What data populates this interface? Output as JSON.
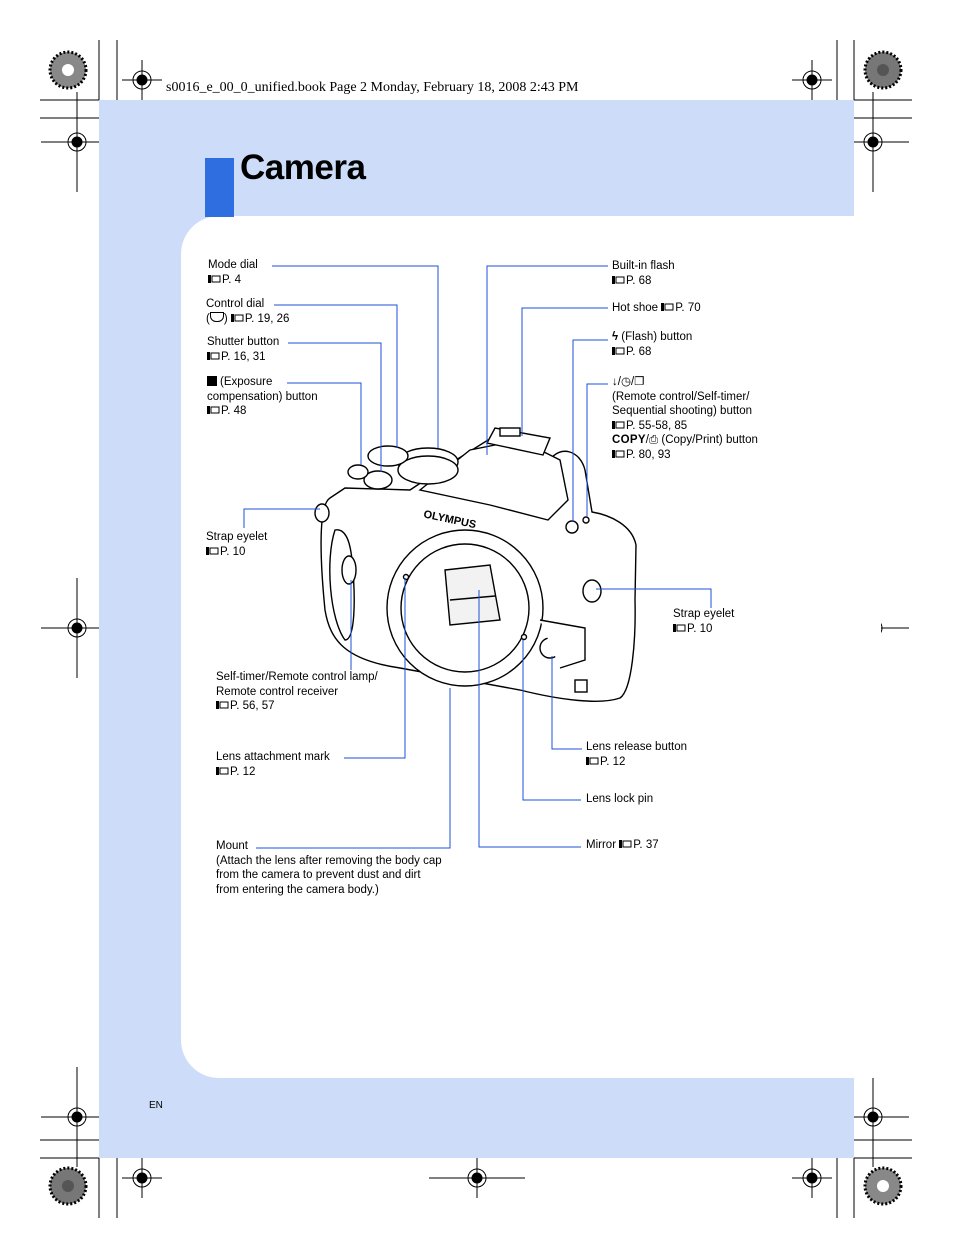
{
  "header": {
    "book_line": "s0016_e_00_0_unified.book  Page 2  Monday, February 18, 2008  2:43 PM"
  },
  "title": "Camera",
  "footer": {
    "language": "EN"
  },
  "icons": {
    "reference": "pointing-hand-icon",
    "flash": "lightning-icon",
    "exposure": "exposure-compensation-icon",
    "control_dial": "control-dial-icon",
    "drive": "remote-selftimer-sequential-icon",
    "print": "print-icon"
  },
  "colors": {
    "panel": "#cddcf8",
    "accent": "#2f6ee0",
    "leader": "#1f4fd8"
  },
  "labels": {
    "mode_dial": {
      "name": "Mode dial",
      "ref": "P. 4"
    },
    "control_dial": {
      "name": "Control dial",
      "open": "(",
      "close": ")",
      "ref": "P. 19, 26"
    },
    "shutter_button": {
      "name": "Shutter button",
      "ref": "P. 16, 31"
    },
    "exposure_button": {
      "name": "(Exposure",
      "name2": "compensation) button",
      "ref": "P. 48"
    },
    "strap_eyelet_left": {
      "name": "Strap eyelet",
      "ref": "P. 10"
    },
    "selftimer_lamp": {
      "line1": "Self-timer/Remote control lamp/",
      "line2": "Remote control receiver",
      "ref": "P. 56, 57"
    },
    "lens_attachment_mark": {
      "name": "Lens attachment mark",
      "ref": "P. 12"
    },
    "mount": {
      "name": "Mount",
      "line2": "(Attach the lens after removing the body cap",
      "line3": "from the camera to prevent dust and dirt",
      "line4": "from entering the camera body.)"
    },
    "builtin_flash": {
      "name": "Built-in flash",
      "ref": "P. 68"
    },
    "hot_shoe": {
      "name": "Hot shoe",
      "ref": "P. 70"
    },
    "flash_button": {
      "name": "(Flash) button",
      "ref": "P. 68"
    },
    "drive_button": {
      "line1": "(Remote control/Self-timer/",
      "line2": "Sequential shooting) button",
      "ref": "P. 55-58, 85",
      "copy": "COPY",
      "copy_label": "(Copy/Print) button",
      "ref2": "P. 80, 93"
    },
    "strap_eyelet_right": {
      "name": "Strap eyelet",
      "ref": "P. 10"
    },
    "lens_release_button": {
      "name": "Lens release button",
      "ref": "P. 12"
    },
    "lens_lock_pin": {
      "name": "Lens lock pin"
    },
    "mirror": {
      "name": "Mirror",
      "ref": "P. 37"
    }
  },
  "camera_brand": "OLYMPUS"
}
